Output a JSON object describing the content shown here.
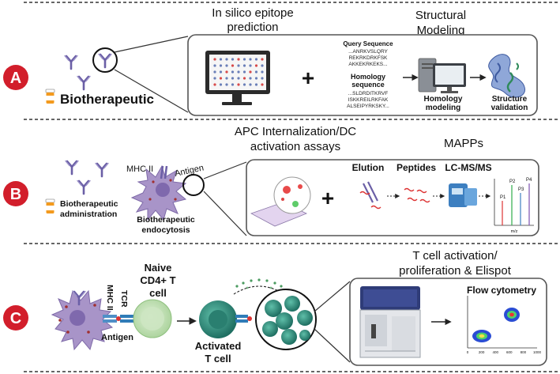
{
  "panels": [
    {
      "letter": "A",
      "drug_label": "Biotherapeutic",
      "title_left": "In silico epitope\nprediction",
      "title_right": "Structural\nModeling",
      "query_heading": "Query Sequence",
      "query_lines": [
        "...ANRKVSLQRY",
        "REKRKDRKFSK",
        "AKKEKRKEKS..."
      ],
      "homology_heading": "Homology\nsequence",
      "homology_lines": [
        "...SLDRDITKRVF",
        "ISKKREILRKFAK",
        "ALSEIPYRKSKY..."
      ],
      "step1": "Homology\nmodeling",
      "step2": "Structure\nvalidation"
    },
    {
      "letter": "B",
      "drug_label": "Biotherapeutic\nadministration",
      "mhc_label": "MHC II",
      "antigen_label": "Antigen",
      "cell_caption": "Biotherapeutic\nendocytosis",
      "title_left": "APC Internalization/DC\nactivation assays",
      "title_right": "MAPPs",
      "step_elution": "Elution",
      "step_peptides": "Peptides",
      "step_lcms": "LC-MS/MS",
      "peaks": [
        "P1",
        "P2",
        "P3",
        "P4"
      ],
      "x_axis": "m/z"
    },
    {
      "letter": "C",
      "mhc_label": "MHC II",
      "tcr_label": "TCR",
      "antigen_label": "Antigen",
      "naive_label": "Naive\nCD4+ T\ncell",
      "activated_label": "Activated\nT cell",
      "title_right": "T cell activation/\nproliferation & Elispot",
      "flow_title": "Flow cytometry",
      "flow_ticks": [
        "0",
        "200",
        "400",
        "600",
        "800",
        "1000"
      ]
    }
  ],
  "colors": {
    "badge": "#d21e2b",
    "cell_purple": "#a894c8",
    "naive_green": "#b9dcad",
    "activated_teal": "#2f8d7c",
    "antibody": "#6b5fa6"
  }
}
